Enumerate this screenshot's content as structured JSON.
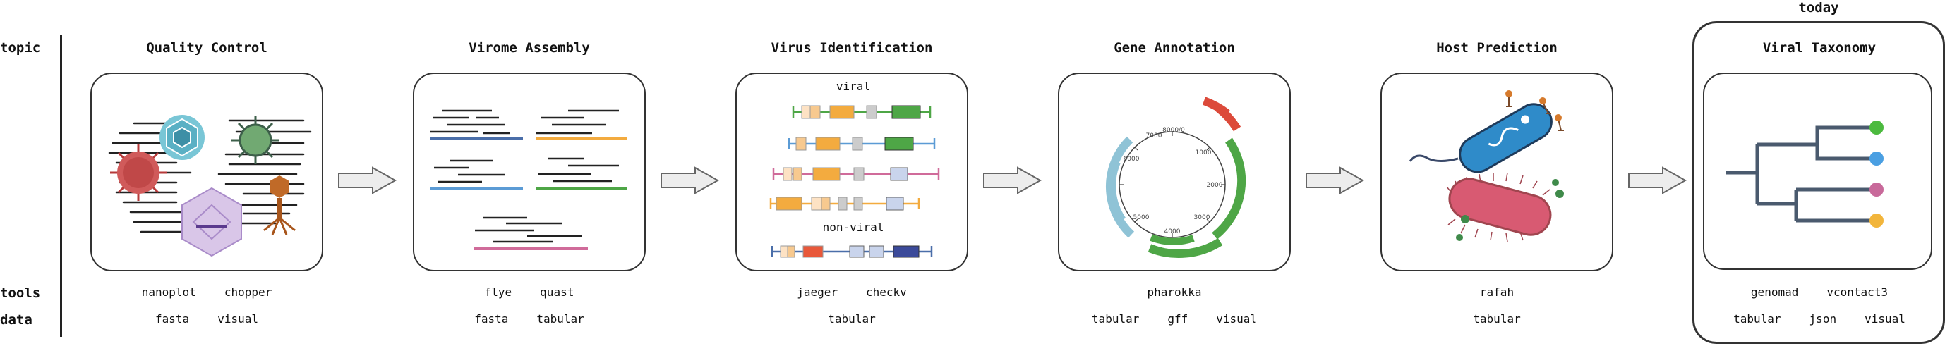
{
  "row_labels": {
    "topic": "topic",
    "tools": "tools",
    "data": "data"
  },
  "today_label": "today",
  "steps": [
    {
      "title": "Quality Control",
      "tools": [
        "nanoplot",
        "chopper"
      ],
      "data": [
        "fasta",
        "visual"
      ]
    },
    {
      "title": "Virome Assembly",
      "tools": [
        "flye",
        "quast"
      ],
      "data": [
        "fasta",
        "tabular"
      ]
    },
    {
      "title": "Virus Identification",
      "tools": [
        "jaeger",
        "checkv"
      ],
      "data": [
        "tabular"
      ]
    },
    {
      "title": "Gene Annotation",
      "tools": [
        "pharokka"
      ],
      "data": [
        "tabular",
        "gff",
        "visual"
      ]
    },
    {
      "title": "Host Prediction",
      "tools": [
        "rafah"
      ],
      "data": [
        "tabular"
      ]
    },
    {
      "title": "Viral Taxonomy",
      "tools": [
        "genomad",
        "vcontact3"
      ],
      "data": [
        "tabular",
        "json",
        "visual"
      ]
    }
  ],
  "virus_id": {
    "viral_label": "viral",
    "nonviral_label": "non-viral"
  },
  "plasmid_ticks": [
    "8000/0",
    "1000",
    "2000",
    "3000",
    "4000",
    "5000",
    "6000",
    "7000"
  ],
  "colors": {
    "blue": "#5b9bd5",
    "orange": "#f3ab3f",
    "green": "#4ea646",
    "pink": "#d06b9a",
    "taxon_green": "#4cba3f",
    "taxon_blue": "#4a9fe2",
    "taxon_pink": "#c8699a",
    "taxon_yellow": "#f2b53b"
  }
}
